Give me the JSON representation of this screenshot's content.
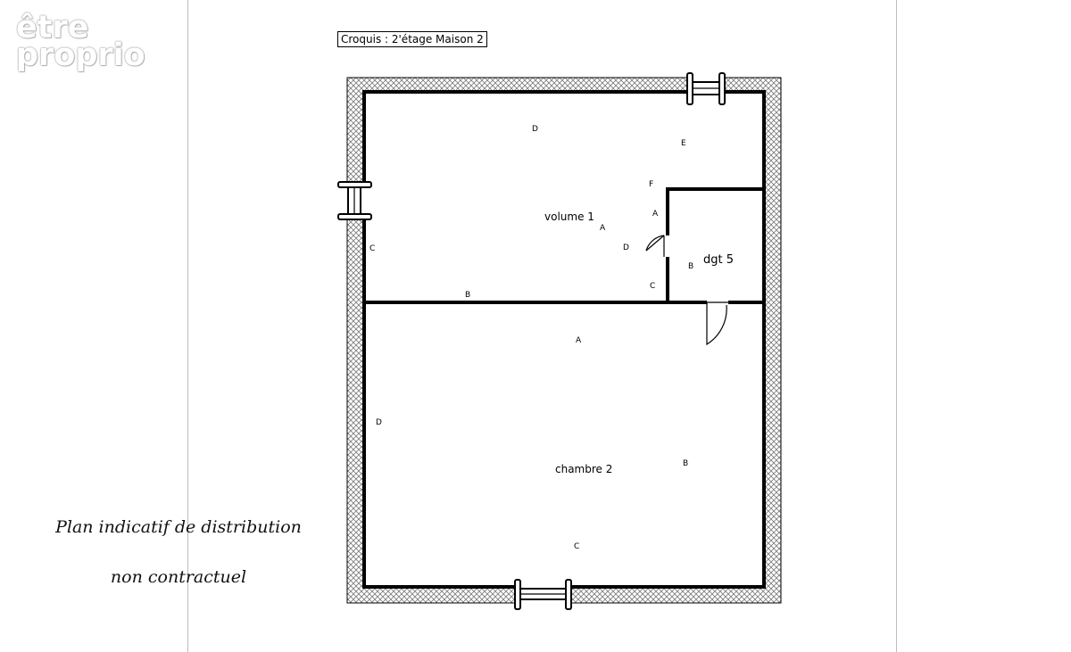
{
  "watermark": {
    "line1": "être",
    "line2": "proprio"
  },
  "sketch_title": "Croquis : 2'étage Maison 2",
  "disclaimer": {
    "line1": "Plan indicatif de distribution",
    "line2": "non contractuel"
  },
  "rooms": {
    "volume": "volume 1",
    "dgt": "dgt 5",
    "chambre": "chambre 2"
  },
  "wall_letters": {
    "v1_top_d": "D",
    "v1_top_e": "E",
    "v1_f": "F",
    "v1_a_right": "A",
    "v1_a_center": "A",
    "v1_d_door": "D",
    "v1_c_left": "C",
    "v1_c_bottom": "C",
    "v1_b_bottom": "B",
    "dgt_b": "B",
    "ch_a_top": "A",
    "ch_d_left": "D",
    "ch_b_right": "B",
    "ch_c_bottom": "C"
  },
  "colors": {
    "wall": "#000000",
    "hatch": "#7a7a7a",
    "page_rule": "#bdbdbd"
  }
}
